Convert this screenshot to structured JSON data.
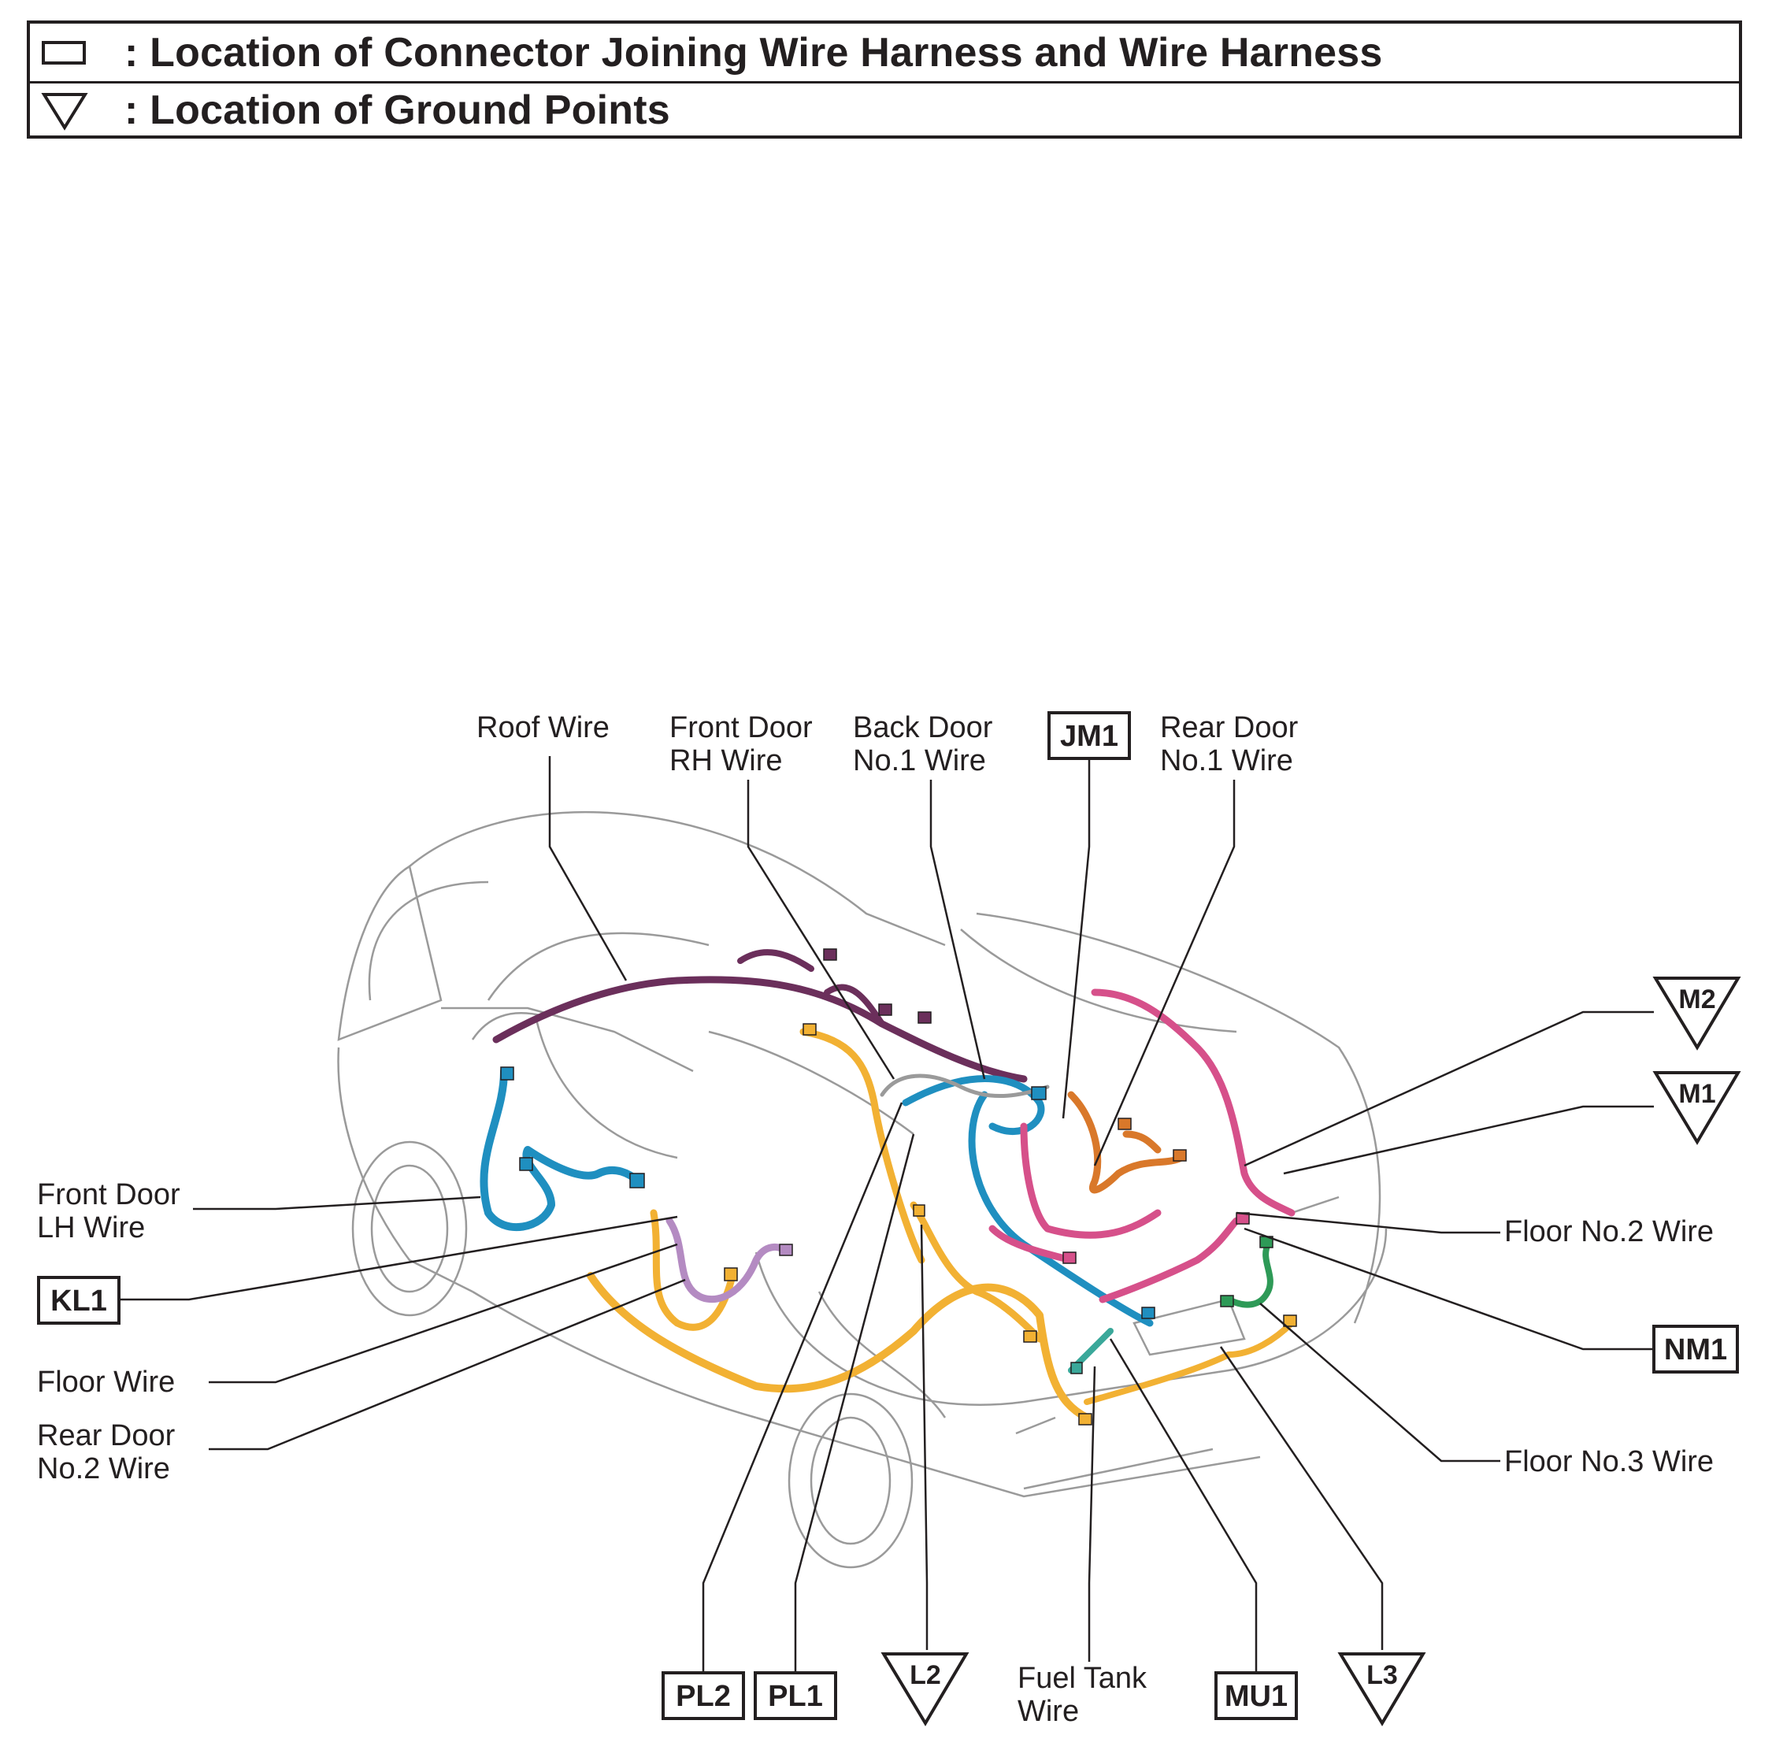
{
  "legend": {
    "connector_text": ": Location of Connector Joining Wire Harness and Wire Harness",
    "ground_text": ": Location of Ground Points"
  },
  "wires": {
    "roof": "Roof Wire",
    "front_door_rh_1": "Front Door",
    "front_door_rh_2": "RH Wire",
    "back_door_1": "Back Door",
    "back_door_2": "No.1 Wire",
    "rear_door_no1_1": "Rear Door",
    "rear_door_no1_2": "No.1 Wire",
    "front_door_lh_1": "Front Door",
    "front_door_lh_2": "LH Wire",
    "floor": "Floor Wire",
    "rear_door_no2_1": "Rear Door",
    "rear_door_no2_2": "No.2 Wire",
    "floor_no2": "Floor No.2 Wire",
    "floor_no3": "Floor No.3 Wire",
    "fuel_tank_1": "Fuel Tank",
    "fuel_tank_2": "Wire"
  },
  "connectors": {
    "jm1": "JM1",
    "kl1": "KL1",
    "nm1": "NM1",
    "pl2": "PL2",
    "pl1": "PL1",
    "mu1": "MU1"
  },
  "grounds": {
    "m2": "M2",
    "m1": "M1",
    "l2": "L2",
    "l3": "L3"
  },
  "colors": {
    "roof_wire": "#6b2f5b",
    "front_door_wire": "#1f8fc0",
    "floor_wire": "#f2b133",
    "rear_door_no1_wire": "#d9782a",
    "floor_no2_wire": "#d6508a",
    "floor_no3_wire": "#2e9a57",
    "rear_door_no2_wire": "#b48bc2",
    "fuel_tank_wire": "#3aa89a",
    "car_outline": "#9a9a9a",
    "ink": "#231f20"
  }
}
